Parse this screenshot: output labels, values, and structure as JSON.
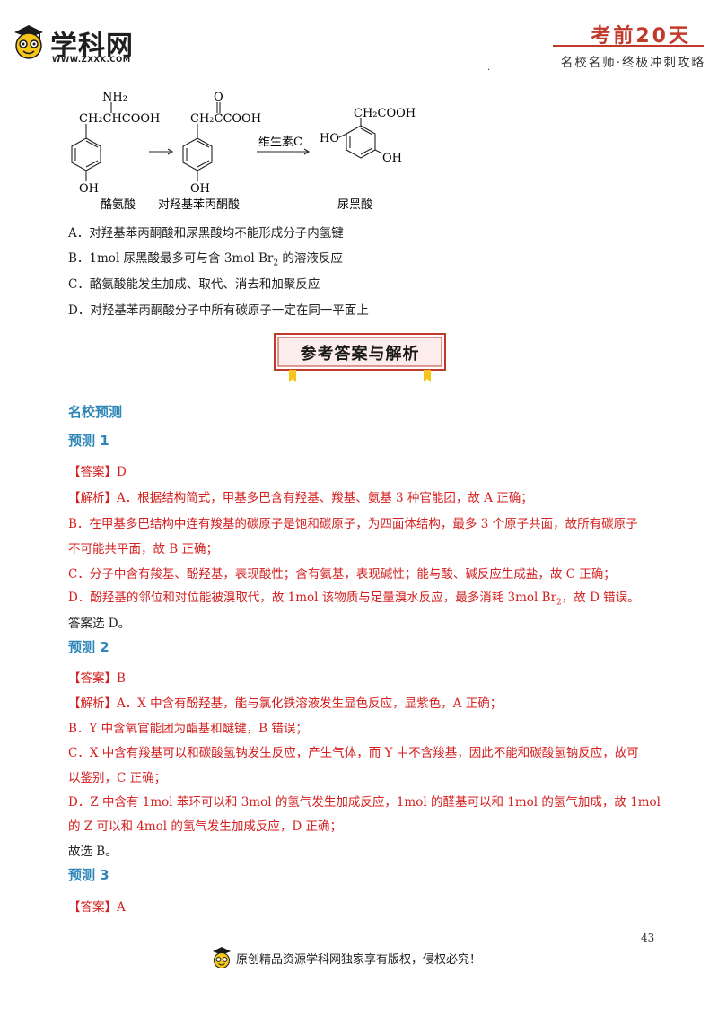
{
  "header": {
    "logo_text": "学科网",
    "logo_url": "WWW.ZXXK.COM",
    "title": "考前20天",
    "subtitle": "名校名师·终极冲刺攻略",
    "dot": "."
  },
  "chem": {
    "nh2": "NH₂",
    "chain1": "CH₂CHCOOH",
    "oh1": "OH",
    "name1": "酪氨酸",
    "o_top": "O",
    "chain2": "CH₂CCOOH",
    "oh2": "OH",
    "name2": "对羟基苯丙酮酸",
    "reagent": "维生素C",
    "chain3": "CH₂COOH",
    "ho3": "HO",
    "oh3": "OH",
    "name3": "尿黑酸"
  },
  "options": {
    "a": "A．对羟基苯丙酮酸和尿黑酸均不能形成分子内氢键",
    "b_pre": "B．1mol 尿黑酸最多可与含 3mol Br",
    "b_sub": "2",
    "b_post": " 的溶液反应",
    "c": "C．酪氨酸能发生加成、取代、消去和加聚反应",
    "d": "D．对羟基苯丙酮酸分子中所有碳原子一定在同一平面上"
  },
  "banner": "参考答案与解析",
  "section_title": "名校预测",
  "p1": {
    "title": "预测 1",
    "answer": "【答案】D",
    "l1": "【解析】A．根据结构简式，甲基多巴含有羟基、羧基、氨基 3 种官能团，故 A 正确；",
    "l2": "B．在甲基多巴结构中连有羧基的碳原子是饱和碳原子，为四面体结构，最多 3 个原子共面，故所有碳原子",
    "l3": "不可能共平面，故 B 正确；",
    "l4": "C．分子中含有羧基、酚羟基，表现酸性；含有氨基，表现碱性；能与酸、碱反应生成盐，故 C 正确；",
    "l5_pre": "D．酚羟基的邻位和对位能被溴取代，故 1mol 该物质与足量溴水反应，最多消耗 3mol Br",
    "l5_sub": "2",
    "l5_post": "，故 D 错误。",
    "l6": "答案选 D。"
  },
  "p2": {
    "title": "预测 2",
    "answer": "【答案】B",
    "l1": "【解析】A．X 中含有酚羟基，能与氯化铁溶液发生显色反应，显紫色，A 正确；",
    "l2": "B．Y 中含氧官能团为酯基和醚键，B 错误；",
    "l3": "C．X 中含有羧基可以和碳酸氢钠发生反应，产生气体，而 Y 中不含羧基，因此不能和碳酸氢钠反应，故可",
    "l4": "以鉴别，C 正确；",
    "l5": "D．Z 中含有 1mol 苯环可以和 3mol 的氢气发生加成反应，1mol 的醛基可以和 1mol 的氢气加成，故 1mol",
    "l6": "的 Z 可以和 4mol 的氢气发生加成反应，D 正确；",
    "l7": "故选 B。"
  },
  "p3": {
    "title": "预测 3",
    "answer": "【答案】A"
  },
  "footer": {
    "page_number": "43",
    "text": "原创精品资源学科网独家享有版权，侵权必究！"
  }
}
